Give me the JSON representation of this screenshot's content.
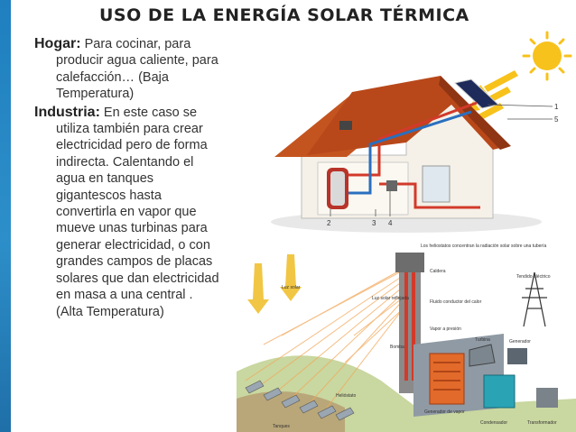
{
  "slide": {
    "title": "USO DE LA ENERGÍA SOLAR TÉRMICA",
    "hogar": {
      "label": "Hogar:",
      "lines": [
        " Para cocinar, para",
        "producir agua caliente, para",
        "calefacción… (Baja",
        "Temperatura)"
      ]
    },
    "industria": {
      "label": "Industria:",
      "lines": [
        " En este caso se",
        "utiliza también para crear",
        "electricidad pero de forma",
        "indirecta. Calentando el",
        "agua en tanques",
        "gigantescos hasta",
        "convertirla en vapor que",
        "mueve unas turbinas para",
        "generar electricidad, o con",
        "grandes campos de placas",
        "solares que dan electricidad",
        "en masa a una central .",
        "(Alta Temperatura)"
      ]
    }
  },
  "house_diagram": {
    "callouts": [
      "1",
      "5",
      "2",
      "3",
      "4"
    ]
  },
  "plant_diagram": {
    "labels": {
      "heliostats_note": "Los heliostatos concentran la radiación solar sobre una tubería",
      "caldera": "Caldera",
      "tendido": "Tendido eléctrico",
      "luz_solar": "Luz solar",
      "luz_reflejada": "Luz solar reflejada",
      "fluido": "Fluido conductor del calor",
      "vapor": "Vapor a presión",
      "turbina": "Turbina",
      "generador": "Generador",
      "bomba": "Bomba",
      "heliostato": "Helióstato",
      "generador_vapor": "Generador de vapor",
      "condensador": "Condensador",
      "transformador": "Transformador",
      "tanques": "Tanques"
    }
  },
  "colors": {
    "accent": "#1f7fbf",
    "roof": "#c4541f",
    "pipe": "#d23a2a",
    "sun": "#f7c21b"
  }
}
